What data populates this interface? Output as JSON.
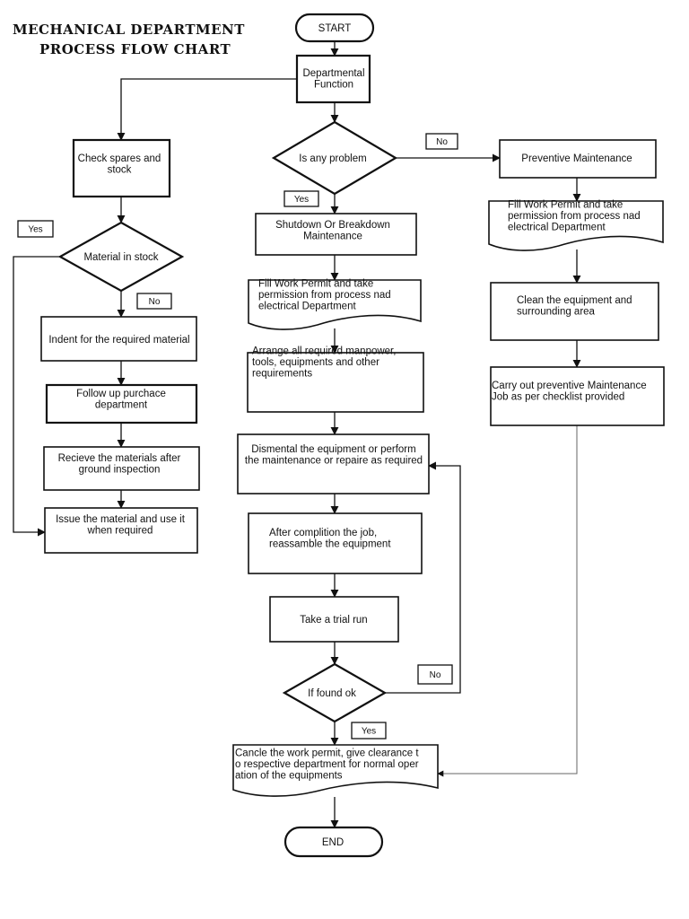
{
  "title": {
    "line1": "MECHANICAL DEPARTMENT",
    "line2": "PROCESS FLOW CHART"
  },
  "nodes": {
    "start": [
      "START"
    ],
    "func": [
      "Departmental",
      "Function"
    ],
    "problem": [
      "Is any problem"
    ],
    "check": [
      "Check spares and",
      "stock"
    ],
    "stock": [
      "Material in stock"
    ],
    "indent": [
      "Indent for the required material"
    ],
    "follow": [
      "Follow up purchace",
      "department"
    ],
    "receive": [
      "Recieve the materials after",
      "ground inspection"
    ],
    "issue": [
      "Issue the material and use it",
      "when required"
    ],
    "shutdown": [
      "Shutdown Or Breakdown",
      "Maintenance"
    ],
    "permit_c": [
      "Fill Work Permit and take",
      "permission from process nad",
      "electrical Department"
    ],
    "arrange": [
      "Arrange all required manpower,",
      "tools, equipments and other",
      "requirements"
    ],
    "dismantle": [
      "Dismental the equipment or perform",
      "the maintenance or repaire as required"
    ],
    "reassemble": [
      "After complition the job,",
      "reassamble the equipment"
    ],
    "trial": [
      "Take a trial run"
    ],
    "ok": [
      "If found ok"
    ],
    "preventive": [
      "Preventive Maintenance"
    ],
    "permit_r": [
      "Fill Work Permit and take",
      "permission from process nad",
      "electrical Department"
    ],
    "clean": [
      "Clean the equipment and",
      "surrounding area"
    ],
    "carry": [
      "Carry out preventive Maintenance",
      "Job as per checklist provided"
    ],
    "cancel": [
      "Cancle the work permit, give clearance t",
      "o respective department for normal oper",
      "ation of the equipments"
    ],
    "end": [
      "END"
    ]
  },
  "tags": {
    "no_problem": "No",
    "yes_problem": "Yes",
    "yes_stock": "Yes",
    "no_stock": "No",
    "no_ok": "No",
    "yes_ok": "Yes"
  }
}
